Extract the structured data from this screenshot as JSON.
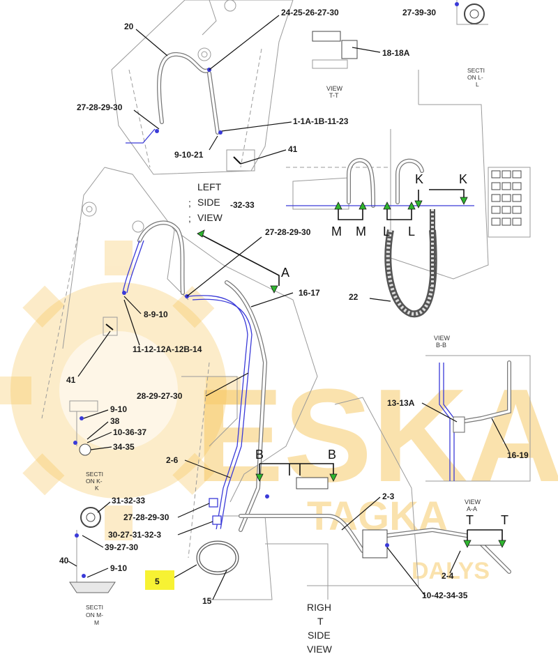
{
  "labels": {
    "p20": "20",
    "p24": "24-25-26-27-30",
    "p2739": "27-39-30",
    "p1818a": "18-18A",
    "p27a": "27-28-29-30",
    "p1a": "1-1A-1B-11-23",
    "p91021": "9-10-21",
    "p41a": "41",
    "p3233": "-32-33",
    "p27b": "27-28-29-30",
    "p1617": "16-17",
    "p22": "22",
    "p8910": "8-9-10",
    "p1112": "11-12-12A-12B-14",
    "p41b": "41",
    "p28": "28-29-27-30",
    "p1313a": "13-13A",
    "p1619": "16-19",
    "p910a": "9-10",
    "p38": "38",
    "p1036": "10-36-37",
    "p3435": "34-35",
    "p26": "2-6",
    "p23": "2-3",
    "p3132": "31-32-33",
    "p27c": "27-28-29-30",
    "p3027": "30-27-31-32-3",
    "p3927": "39-27-30",
    "p40": "40",
    "p910b": "9-10",
    "p5": "5",
    "p15": "15",
    "p24b": "2-4",
    "p1042": "10-42-34-35"
  },
  "views": {
    "left_side": [
      "LEFT",
      "SIDE",
      "VIEW"
    ],
    "right_side": [
      "RIGH",
      "T",
      "SIDE",
      "VIEW"
    ],
    "view_tt": [
      "VIEW",
      "T-T"
    ],
    "view_bb": [
      "VIEW",
      "B-B"
    ],
    "view_aa": [
      "VIEW",
      "A-A"
    ],
    "section_ll": [
      "SECTI",
      "ON L-",
      "L"
    ],
    "section_kk": [
      "SECTI",
      "ON K-",
      "K"
    ],
    "section_mm": [
      "SECTI",
      "ON M-",
      "M"
    ]
  },
  "markers": {
    "A": "A",
    "B1": "B",
    "B2": "B",
    "K1": "K",
    "K2": "K",
    "L1": "L",
    "L2": "L",
    "M1": "M",
    "M2": "M",
    "T1": "T",
    "T2": "T",
    "semi1": ";",
    "semi2": ";"
  },
  "watermark": {
    "main": "ESKA",
    "sub": "TAGKA",
    "sub2": "DALYS"
  },
  "colors": {
    "watermark": "#f6c04c",
    "highlight": "#f7f233",
    "hose_blue": "#3a3ad8",
    "arrow_green": "#2fb52f"
  }
}
